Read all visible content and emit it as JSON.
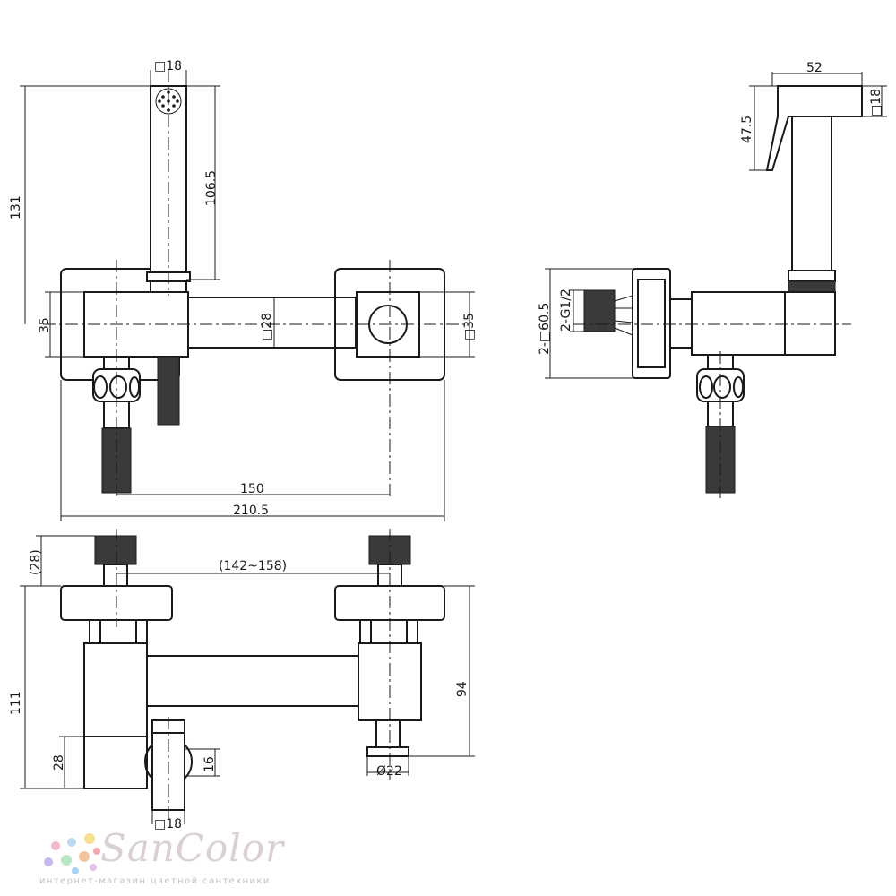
{
  "diagram": {
    "front_view": {
      "dims": {
        "head_square": "□18",
        "total_height": "131",
        "head_height": "106.5",
        "body_height": "35",
        "bar_square": "□28",
        "right_square": "□35",
        "center_distance": "150",
        "total_width": "210.5"
      }
    },
    "side_view": {
      "dims": {
        "head_length": "52",
        "head_square": "□18",
        "head_height": "47.5",
        "flange": "2-□60.5",
        "thread": "2-G1/2"
      }
    },
    "bottom_view": {
      "dims": {
        "thread_height": "(28)",
        "center_range": "(142~158)",
        "total_height": "111",
        "right_height": "94",
        "body_height": "28",
        "holder_height": "16",
        "diameter": "Ø22",
        "head_square": "□18"
      }
    }
  },
  "logo": {
    "brand": "SanColor",
    "tagline": "интернет-магазин цветной сантехники",
    "dot_colors": [
      "#f7b6c8",
      "#b9d9f5",
      "#f8e08e",
      "#c9b7ef",
      "#b8e7c5",
      "#f4c59a",
      "#f5a7b0",
      "#a9d2f2",
      "#e0c1ea"
    ]
  }
}
